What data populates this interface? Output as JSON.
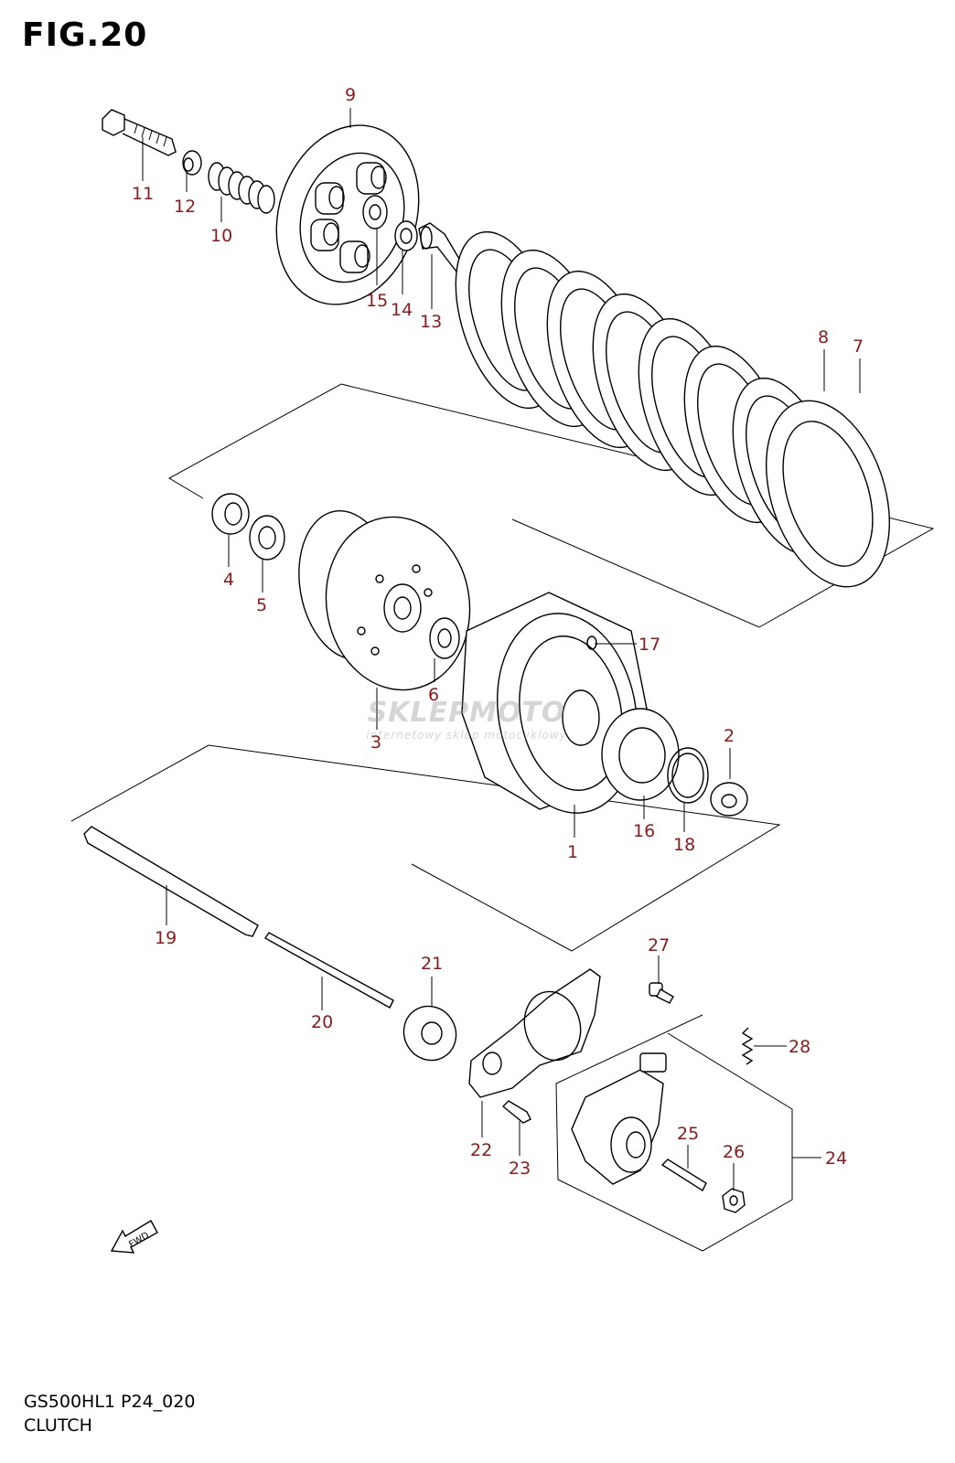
{
  "figure": {
    "title": "FIG.20",
    "model_code": "GS500HL1 P24_020",
    "section": "CLUTCH",
    "fwd_arrow_text": "FWD",
    "watermark_brand": "SKLEPMOTO",
    "watermark_tagline": "internetowy sklep motocyklowy"
  },
  "callouts": [
    {
      "id": "c1",
      "number": "1"
    },
    {
      "id": "c2",
      "number": "2"
    },
    {
      "id": "c3",
      "number": "3"
    },
    {
      "id": "c4",
      "number": "4"
    },
    {
      "id": "c5",
      "number": "5"
    },
    {
      "id": "c6",
      "number": "6"
    },
    {
      "id": "c7",
      "number": "7"
    },
    {
      "id": "c8",
      "number": "8"
    },
    {
      "id": "c9",
      "number": "9"
    },
    {
      "id": "c10",
      "number": "10"
    },
    {
      "id": "c11",
      "number": "11"
    },
    {
      "id": "c12",
      "number": "12"
    },
    {
      "id": "c13",
      "number": "13"
    },
    {
      "id": "c14",
      "number": "14"
    },
    {
      "id": "c15",
      "number": "15"
    },
    {
      "id": "c16",
      "number": "16"
    },
    {
      "id": "c17",
      "number": "17"
    },
    {
      "id": "c18",
      "number": "18"
    },
    {
      "id": "c19",
      "number": "19"
    },
    {
      "id": "c20",
      "number": "20"
    },
    {
      "id": "c21",
      "number": "21"
    },
    {
      "id": "c22",
      "number": "22"
    },
    {
      "id": "c23",
      "number": "23"
    },
    {
      "id": "c24",
      "number": "24"
    },
    {
      "id": "c25",
      "number": "25"
    },
    {
      "id": "c26",
      "number": "26"
    },
    {
      "id": "c27",
      "number": "27"
    },
    {
      "id": "c28",
      "number": "28"
    }
  ],
  "colors": {
    "callout": "#8b1a1a",
    "line": "#000000"
  }
}
